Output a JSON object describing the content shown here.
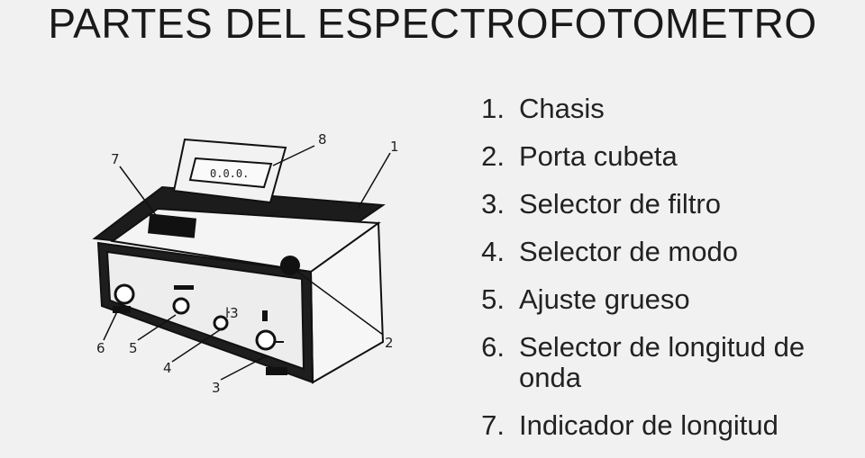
{
  "title": "PARTES DEL ESPECTROFOTOMETRO",
  "parts": [
    {
      "num": "1.",
      "label": "Chasis"
    },
    {
      "num": "2.",
      "label": "Porta cubeta"
    },
    {
      "num": "3.",
      "label": "Selector de filtro"
    },
    {
      "num": "4.",
      "label": "Selector de modo"
    },
    {
      "num": "5.",
      "label": "Ajuste grueso"
    },
    {
      "num": "6.",
      "label": "Selector de longitud de onda"
    },
    {
      "num": "7.",
      "label": "Indicador de longitud"
    }
  ],
  "diagram": {
    "display_readout": "0.0.0.",
    "callouts": [
      "1",
      "2",
      "3",
      "4",
      "5",
      "6",
      "7",
      "8"
    ]
  }
}
